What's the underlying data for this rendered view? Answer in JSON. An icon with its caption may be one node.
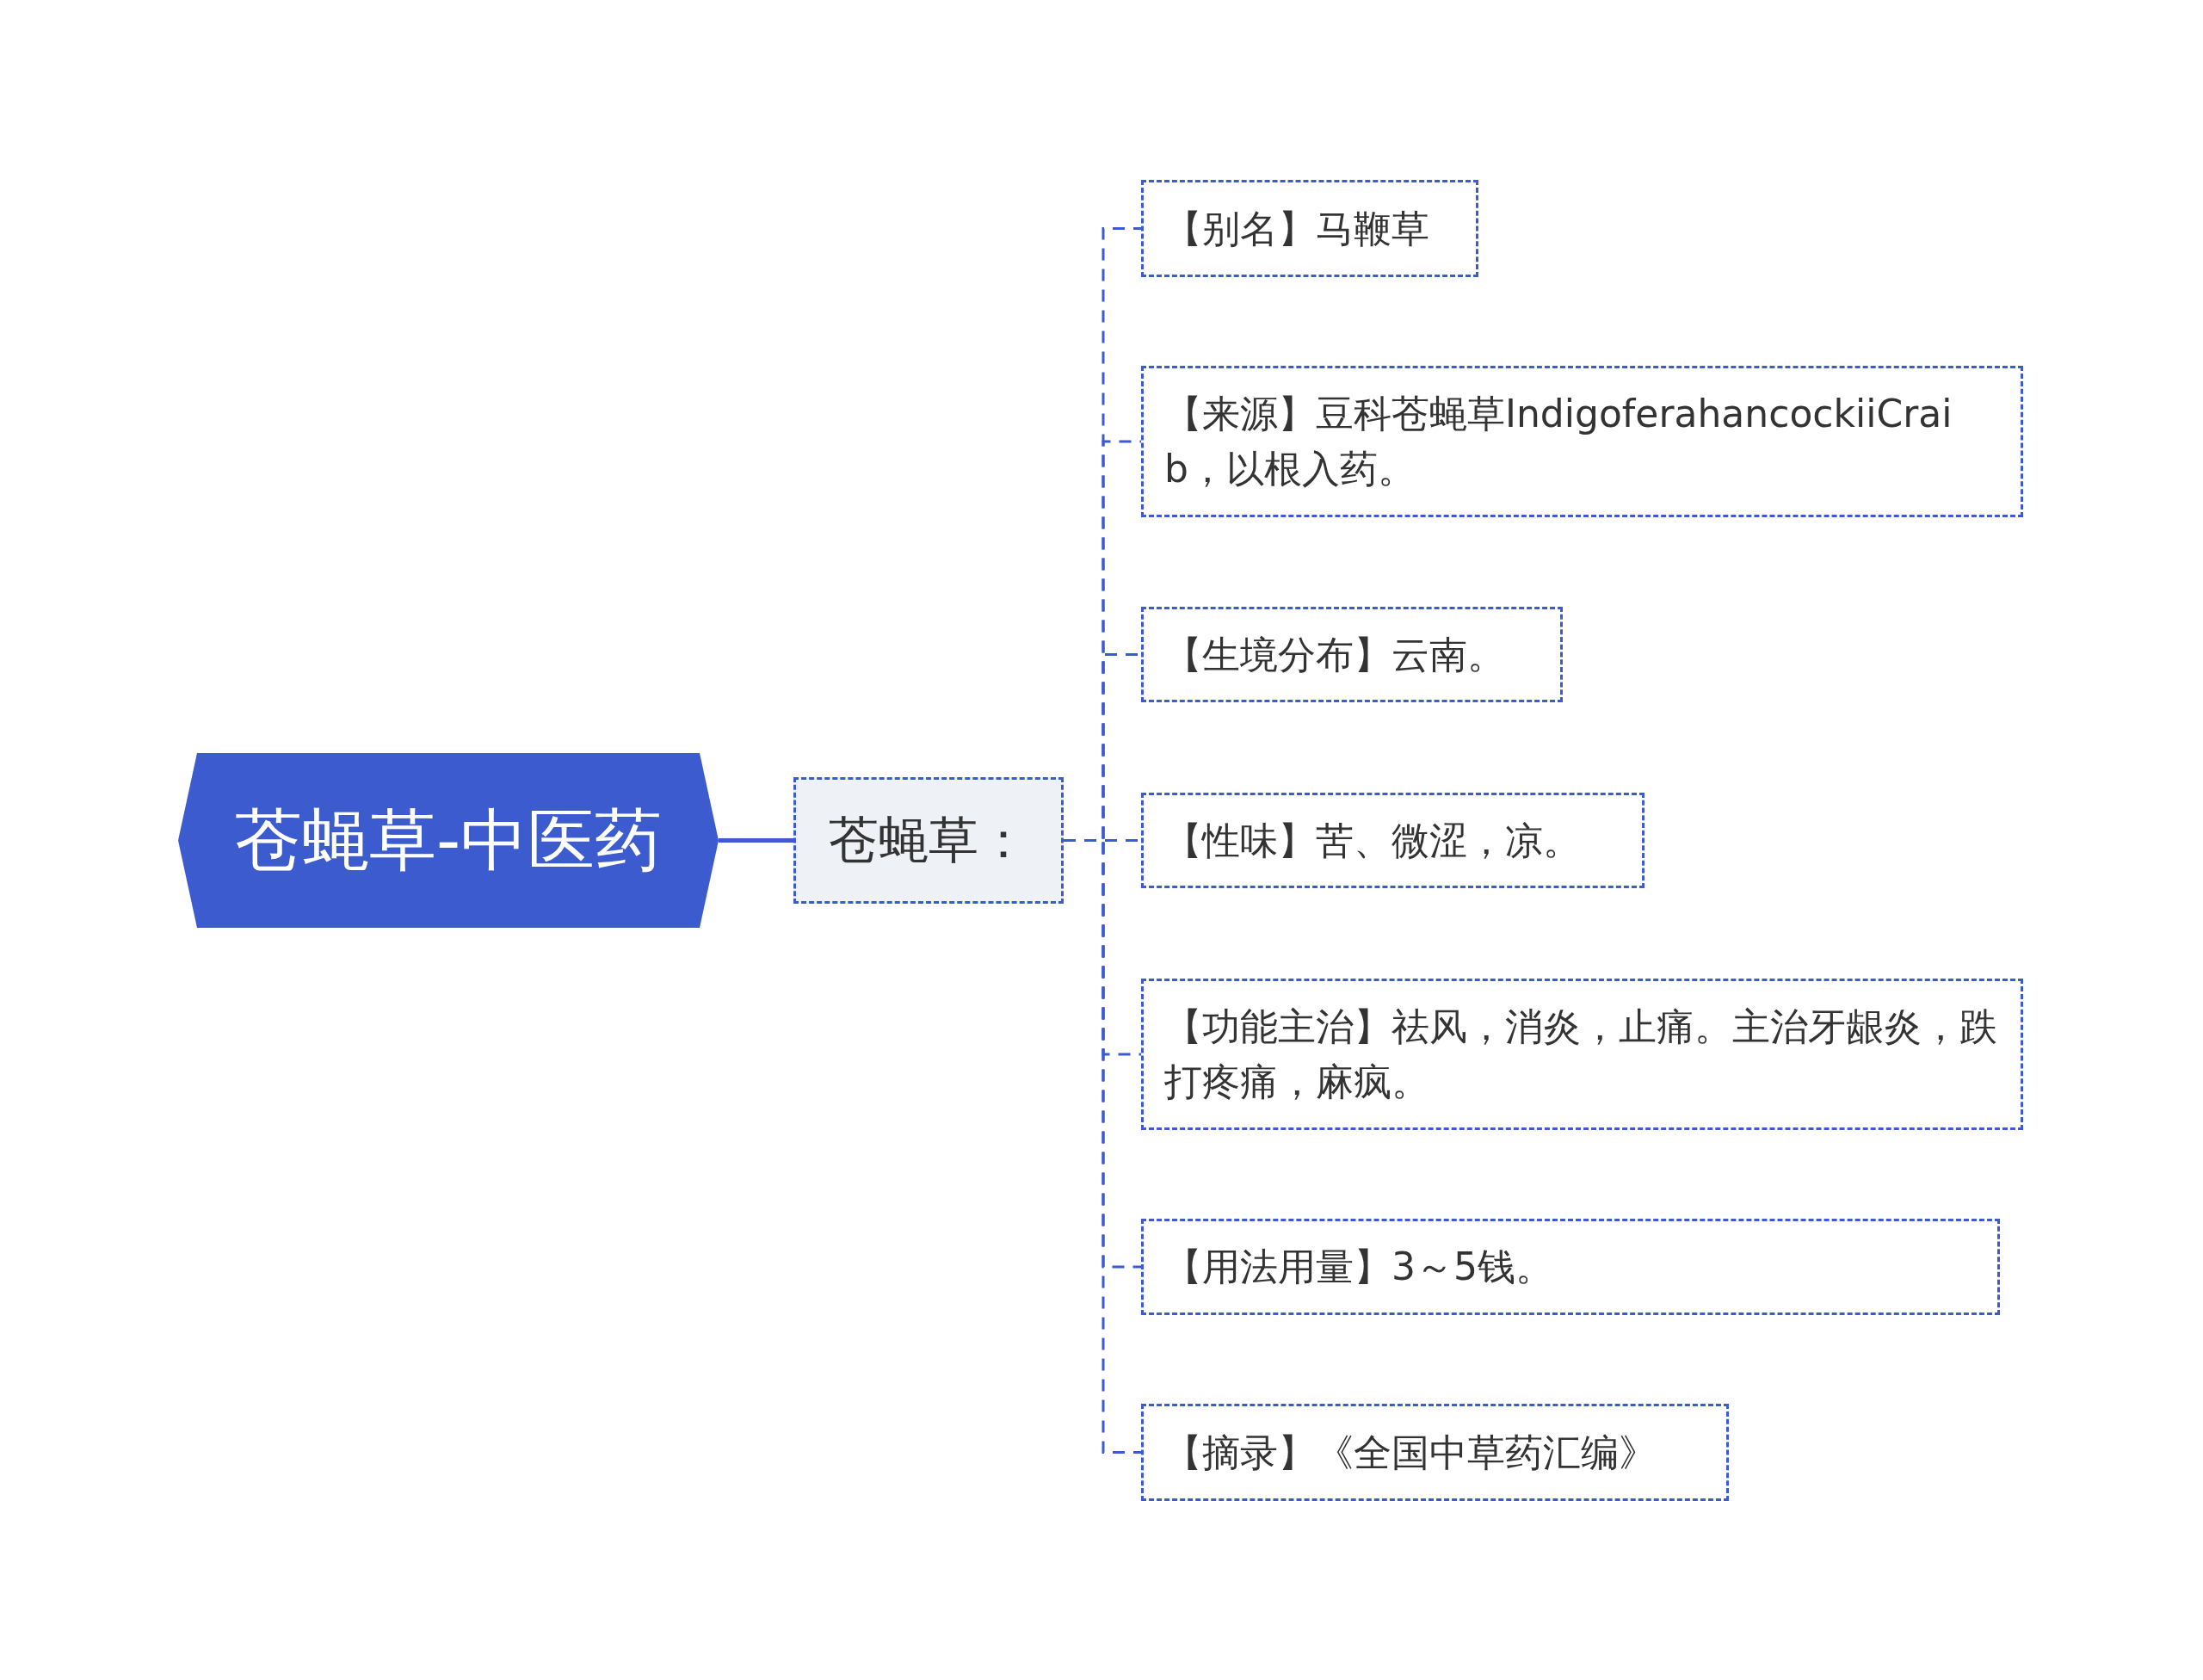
{
  "diagram": {
    "nodes": [
      {
        "text": [
          "苍蝇草-中医药"
        ]
      },
      {
        "text": [
          "苍蝇草："
        ]
      },
      {
        "text": [
          "【别名】马鞭草"
        ]
      },
      {
        "text": [
          "【来源】豆科苍蝇草IndigoferahancockiiCraib，以根入药。"
        ]
      },
      {
        "text": [
          "【生境分布】云南。"
        ]
      },
      {
        "text": [
          "【性味】苦、微涩，凉。"
        ]
      },
      {
        "text": [
          "【功能主治】祛风，消炎，止痛。主治牙龈炎，跌打疼痛，麻疯。"
        ]
      },
      {
        "text": [
          "【用法用量】3～5钱。"
        ]
      },
      {
        "text": [
          "【摘录】《全国中草药汇编》"
        ]
      }
    ],
    "edges": [
      {
        "from": 0,
        "to": 1,
        "arrow": "none"
      },
      {
        "from": 1,
        "to": 2,
        "arrow": "none",
        "style": "dashed"
      },
      {
        "from": 1,
        "to": 3,
        "arrow": "none",
        "style": "dashed"
      },
      {
        "from": 1,
        "to": 4,
        "arrow": "none",
        "style": "dashed"
      },
      {
        "from": 1,
        "to": 5,
        "arrow": "none",
        "style": "dashed"
      },
      {
        "from": 1,
        "to": 6,
        "arrow": "none",
        "style": "dashed"
      },
      {
        "from": 1,
        "to": 7,
        "arrow": "none",
        "style": "dashed"
      },
      {
        "from": 1,
        "to": 8,
        "arrow": "none",
        "style": "dashed"
      }
    ]
  }
}
